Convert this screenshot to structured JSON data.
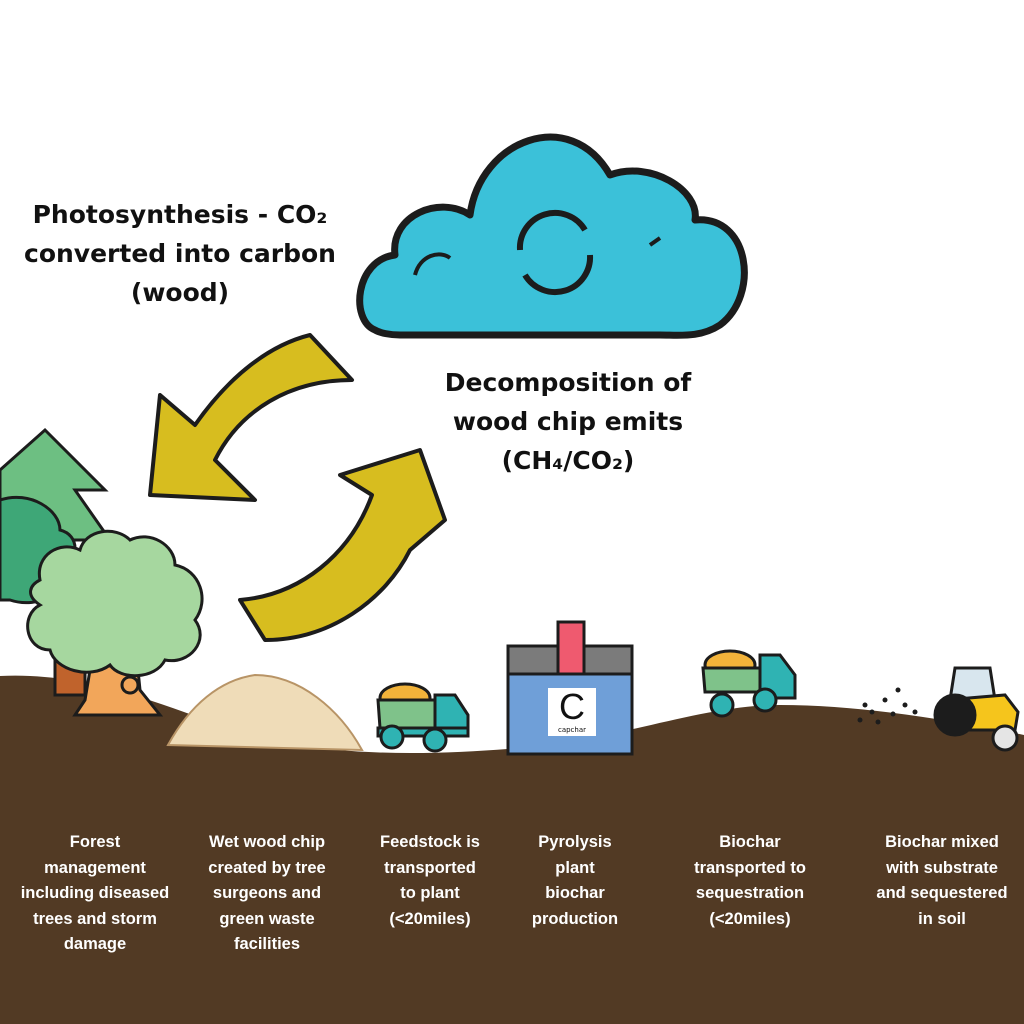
{
  "colors": {
    "ground": "#523a24",
    "cloud": "#3bc1d9",
    "arrow": "#d7bd1f",
    "container": "#6f9fd8",
    "chimney": "#ef5a6f",
    "truck": "#2fb3b3",
    "load": "#f2b33a",
    "tractor": "#f5c51c"
  },
  "headings": {
    "photosynthesis": [
      "Photosynthesis - CO₂",
      "converted into carbon",
      "(wood)"
    ],
    "decomposition": [
      "Decomposition of",
      "wood chip emits",
      "(CH₄/CO₂)"
    ]
  },
  "logo": {
    "letter": "C",
    "text": "capchar"
  },
  "steps": [
    {
      "label": [
        "Forest",
        "management",
        "including diseased",
        "trees and storm",
        "damage"
      ]
    },
    {
      "label": [
        "Wet wood chip",
        "created by tree",
        "surgeons and",
        "green waste",
        "facilities"
      ]
    },
    {
      "label": [
        "Feedstock is",
        "transported",
        "to plant",
        "(<20miles)"
      ]
    },
    {
      "label": [
        "Pyrolysis",
        "plant",
        "biochar",
        "production"
      ]
    },
    {
      "label": [
        "Biochar",
        "transported to",
        "sequestration",
        "(<20miles)"
      ]
    },
    {
      "label": [
        "Biochar mixed",
        "with substrate",
        "and sequestered",
        "in soil"
      ]
    }
  ]
}
